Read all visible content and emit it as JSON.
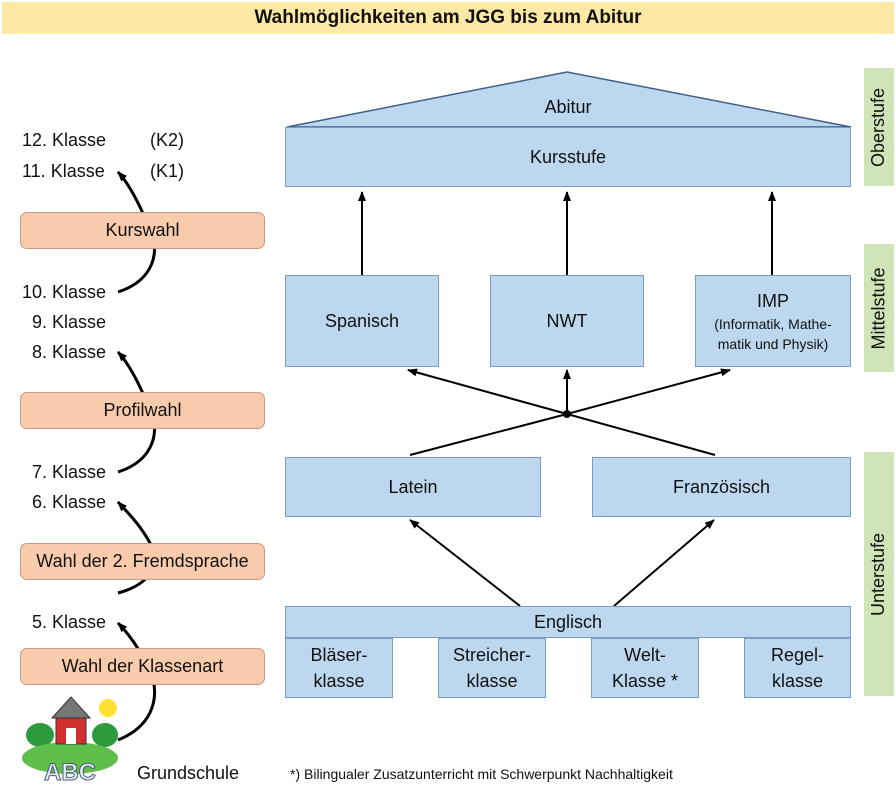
{
  "title": "Wahlmöglichkeiten am JGG bis zum Abitur",
  "side_labels": {
    "oberstufe": "Oberstufe",
    "mittelstufe": "Mittelstufe",
    "unterstufe": "Unterstufe"
  },
  "classes": {
    "k12": "12. Klasse",
    "k12_tag": "(K2)",
    "k11": "11. Klasse",
    "k11_tag": "(K1)",
    "k10": "10. Klasse",
    "k9": "9. Klasse",
    "k8": "8. Klasse",
    "k7": "7. Klasse",
    "k6": "6. Klasse",
    "k5": "5. Klasse"
  },
  "choices": {
    "kurswahl": "Kurswahl",
    "profilwahl": "Profilwahl",
    "fremdsprache": "Wahl der 2. Fremdsprache",
    "klassenart": "Wahl der Klassenart"
  },
  "boxes": {
    "abitur": "Abitur",
    "kursstufe": "Kursstufe",
    "spanisch": "Spanisch",
    "nwt": "NWT",
    "imp": "IMP",
    "imp_sub_1": "(Informatik, Mathe-",
    "imp_sub_2": "matik und Physik)",
    "latein": "Latein",
    "franzoesisch": "Französisch",
    "englisch": "Englisch",
    "blaeser_1": "Bläser-",
    "blaeser_2": "klasse",
    "streicher_1": "Streicher-",
    "streicher_2": "klasse",
    "welt_1": "Welt-",
    "welt_2": "Klasse *",
    "regel_1": "Regel-",
    "regel_2": "klasse"
  },
  "grundschule": "Grundschule",
  "footnote": "*) Bilingualer Zusatzunterricht mit Schwerpunkt Nachhaltigkeit",
  "logo_text": "ABC",
  "colors": {
    "title_bg": "#fde9a6",
    "box_blue": "#bdd7ee",
    "box_orange": "#f8cbad",
    "side_green": "#cfe5b7"
  }
}
